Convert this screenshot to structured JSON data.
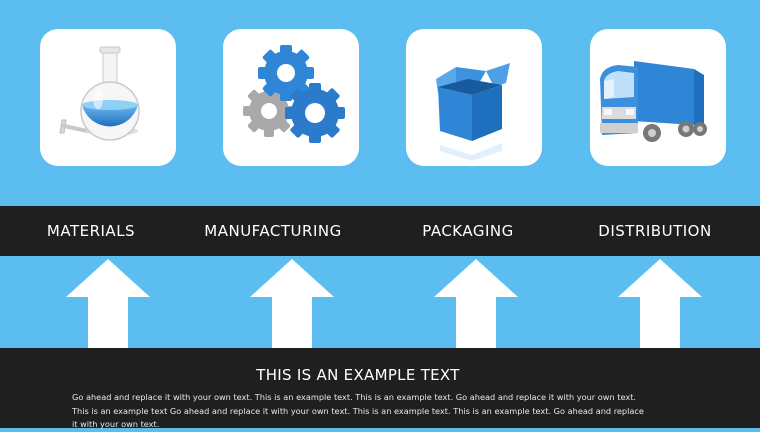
{
  "steps": [
    {
      "label": "MATERIALS",
      "icon": "flask-icon"
    },
    {
      "label": "MANUFACTURING",
      "icon": "gears-icon"
    },
    {
      "label": "PACKAGING",
      "icon": "box-icon"
    },
    {
      "label": "DISTRIBUTION",
      "icon": "truck-icon"
    }
  ],
  "footer": {
    "title": "THIS IS AN EXAMPLE TEXT",
    "body": "Go ahead and replace it with your own text. This is an example text. This is an example text. Go ahead and replace it with your own text. This is an example text Go ahead and replace it with your own text. This is an example text. This is an example text. Go ahead and replace it with your own text."
  },
  "colors": {
    "background": "#5bbdf0",
    "band": "#1f1f1f",
    "accent": "#2f86d6",
    "card": "#ffffff"
  }
}
